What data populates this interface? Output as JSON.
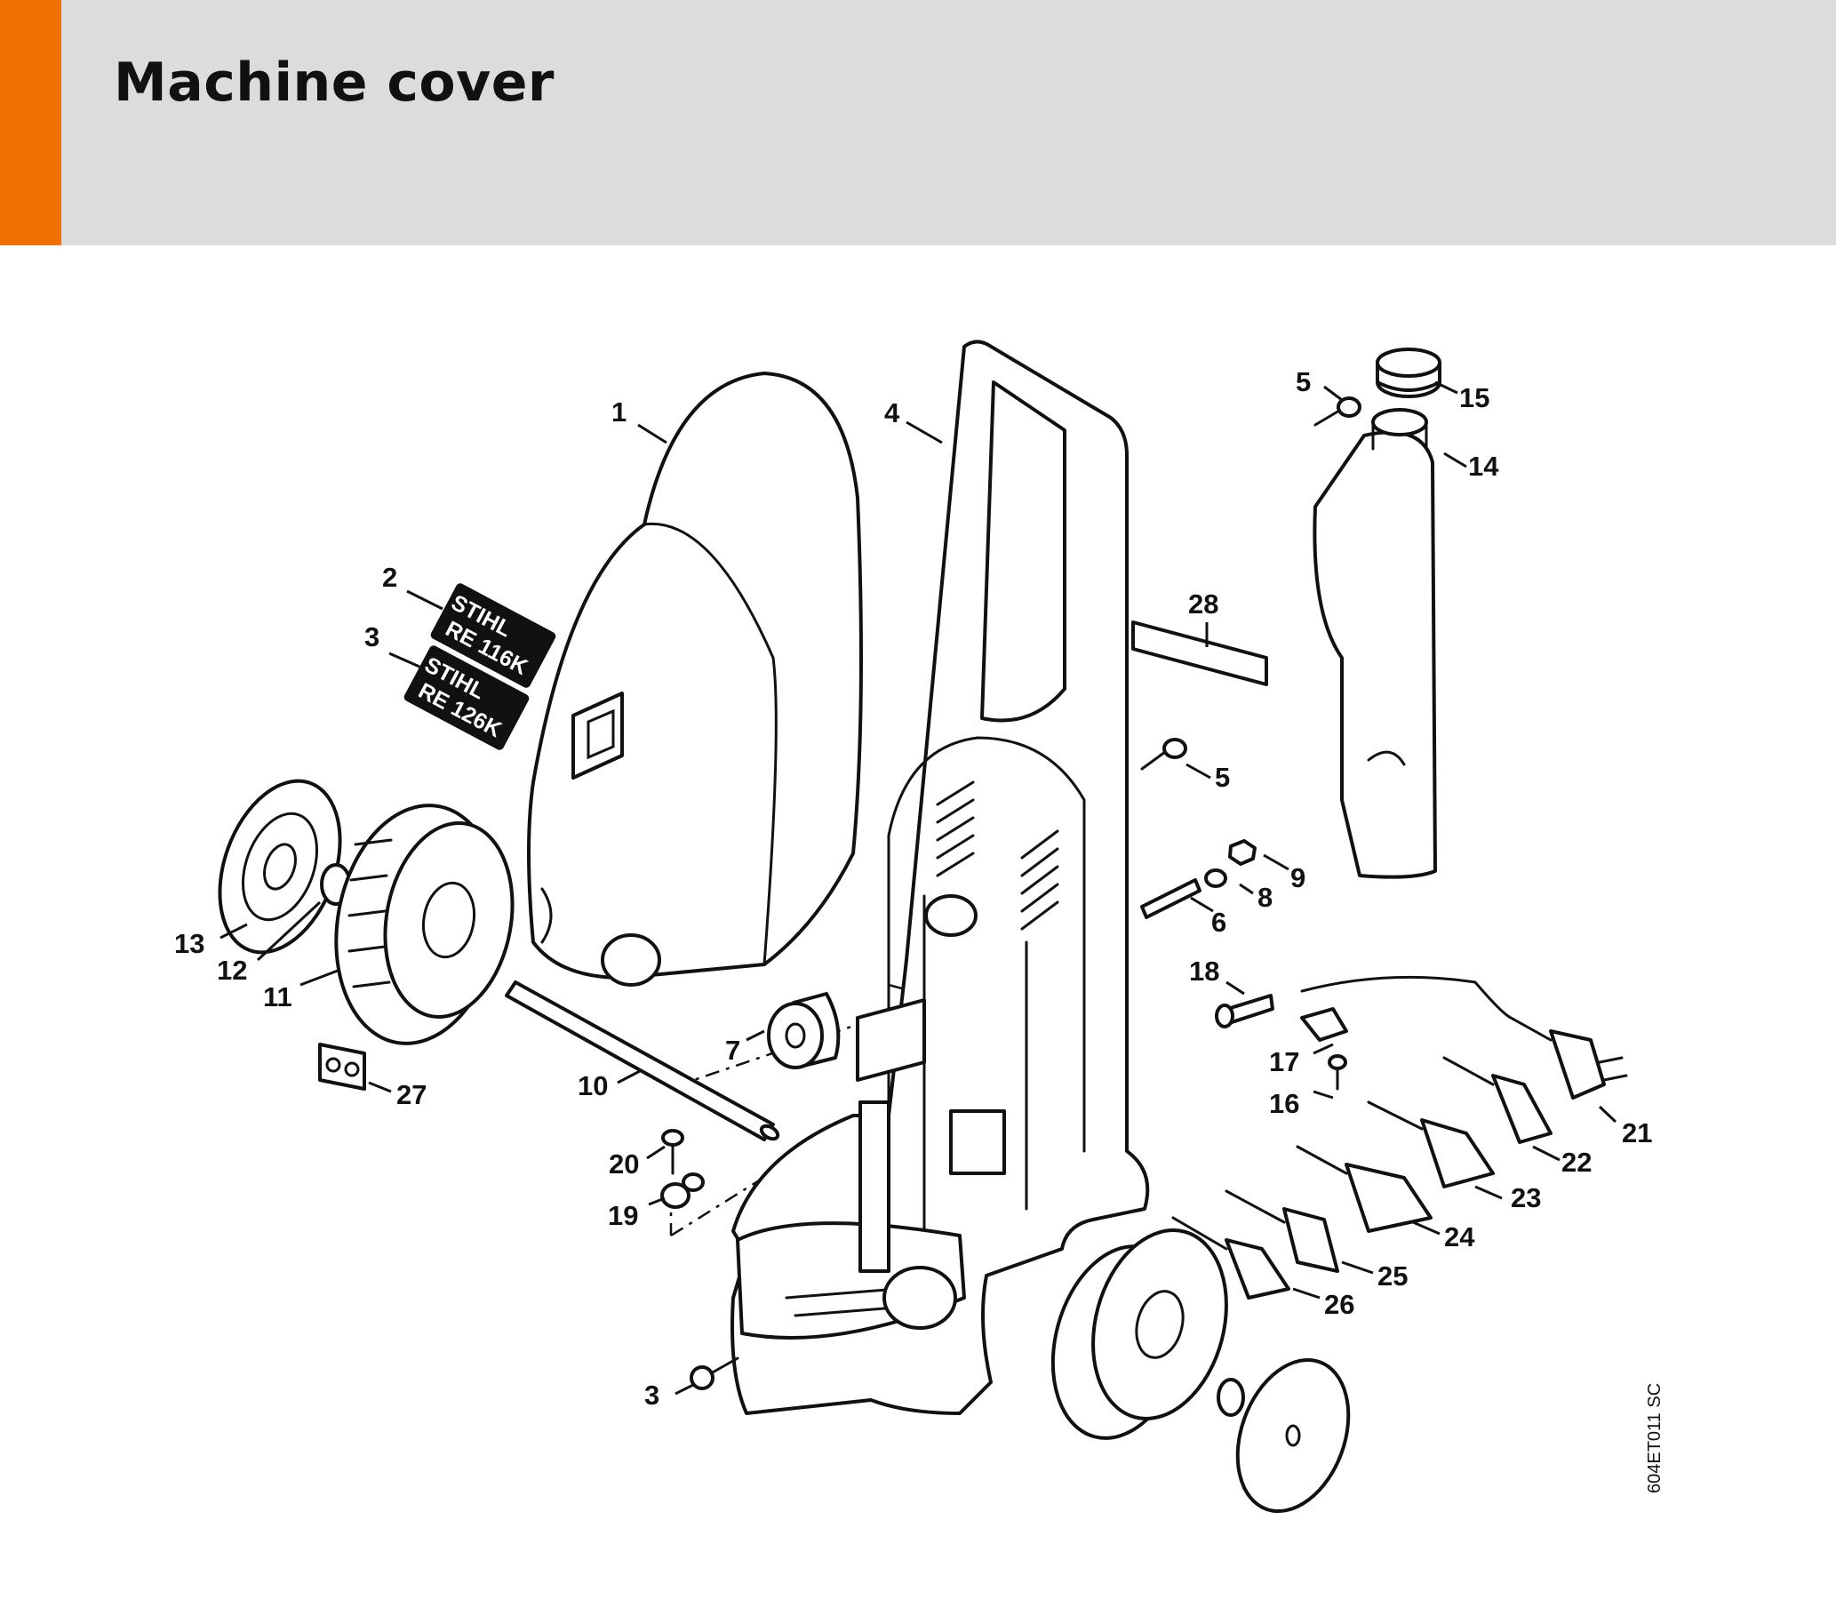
{
  "header": {
    "title": "Machine cover",
    "accent_color": "#ee7100",
    "background_color": "#dcdcdc"
  },
  "diagram": {
    "drawing_code": "604ET011 SC",
    "decals": {
      "label_2_line1": "STIHL",
      "label_2_line2": "RE 116K",
      "label_3_line1": "STIHL",
      "label_3_line2": "RE 126K"
    },
    "callouts": {
      "c1": "1",
      "c2": "2",
      "c3": "3",
      "c3b": "3",
      "c4": "4",
      "c5": "5",
      "c5b": "5",
      "c6": "6",
      "c7": "7",
      "c8": "8",
      "c9": "9",
      "c10": "10",
      "c11": "11",
      "c12": "12",
      "c13": "13",
      "c14": "14",
      "c15": "15",
      "c16": "16",
      "c17": "17",
      "c18": "18",
      "c19": "19",
      "c20": "20",
      "c21": "21",
      "c22": "22",
      "c23": "23",
      "c24": "24",
      "c25": "25",
      "c26": "26",
      "c27": "27",
      "c28": "28"
    }
  }
}
